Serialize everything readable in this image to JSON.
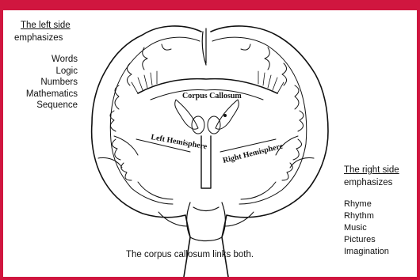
{
  "left_panel": {
    "heading": "The left side",
    "subheading": "emphasizes",
    "items": [
      "Words",
      "Logic",
      "Numbers",
      "Mathematics",
      "Sequence"
    ]
  },
  "right_panel": {
    "heading": "The right side",
    "subheading": "emphasizes",
    "items": [
      "Rhyme",
      "Rhythm",
      "Music",
      "Pictures",
      "Imagination"
    ]
  },
  "diagram_labels": {
    "corpus_callosum": "Corpus Callosum",
    "left_hemisphere": "Left Hemisphere",
    "right_hemisphere": "Right Hemisphere"
  },
  "caption": "The corpus callosum links both.",
  "colors": {
    "frame": "#d0163f",
    "ink": "#111111",
    "background": "#ffffff"
  }
}
